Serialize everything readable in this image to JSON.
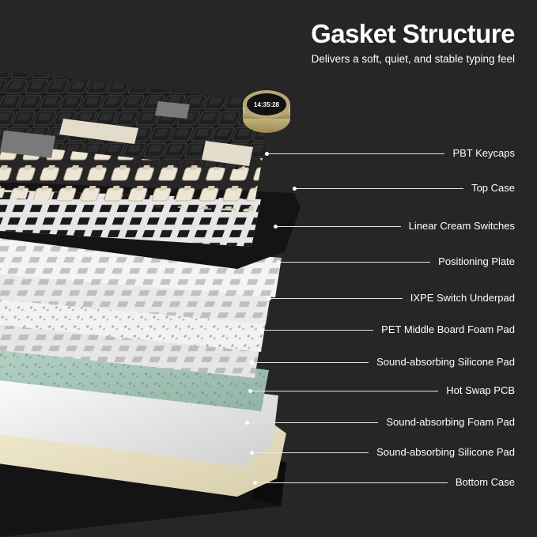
{
  "header": {
    "title": "Gasket Structure",
    "subtitle": "Delivers a soft, quiet, and stable typing feel"
  },
  "knob_display": {
    "time": "14:35:28"
  },
  "layers": [
    {
      "label": "PBT Keycaps"
    },
    {
      "label": "Top Case"
    },
    {
      "label": "Linear Cream Switches"
    },
    {
      "label": "Positioning Plate"
    },
    {
      "label": "IXPE Switch Underpad"
    },
    {
      "label": "PET Middle Board Foam Pad"
    },
    {
      "label": "Sound-absorbing Silicone Pad"
    },
    {
      "label": "Hot Swap PCB"
    },
    {
      "label": "Sound-absorbing Foam Pad"
    },
    {
      "label": "Sound-absorbing Silicone Pad"
    },
    {
      "label": "Bottom Case"
    }
  ],
  "colors": {
    "background": "#262626",
    "text": "#ffffff",
    "keycap_black": "#1e1e1e",
    "keycap_gray": "#7a7a7a",
    "keycap_cream": "#e3dccb",
    "pcb_green": "#a9c9bb",
    "silicone_cream": "#ece4c6",
    "case_black": "#141414"
  }
}
